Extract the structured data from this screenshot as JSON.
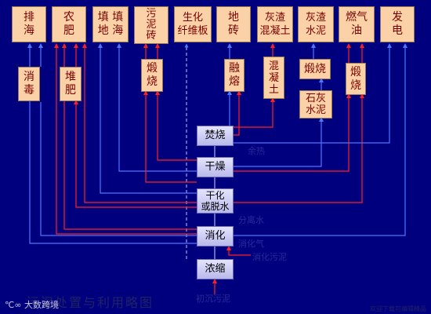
{
  "top_boxes": [
    {
      "id": "discharge",
      "label": "排\n海"
    },
    {
      "id": "fertilizer",
      "label": "农\n肥"
    },
    {
      "id": "landfill",
      "label": "填 填\n地 海"
    },
    {
      "id": "brick",
      "label": "污\n泥\n砖"
    },
    {
      "id": "fiberboard",
      "label": "生化\n纤维板"
    },
    {
      "id": "tile",
      "label": "地\n砖"
    },
    {
      "id": "ash-concrete",
      "label": "灰渣\n混凝土"
    },
    {
      "id": "ash-cement",
      "label": "灰渣\n水泥"
    },
    {
      "id": "fuel-oil",
      "label": "燃气\n油"
    },
    {
      "id": "power",
      "label": "发\n电"
    }
  ],
  "inter_boxes": [
    {
      "id": "disinfect",
      "label": "消\n毒"
    },
    {
      "id": "compost",
      "label": "堆\n肥"
    },
    {
      "id": "calcine-1",
      "label": "煅\n烧"
    },
    {
      "id": "melt",
      "label": "融\n熔"
    },
    {
      "id": "concrete",
      "label": "混\n凝\n土"
    },
    {
      "id": "calcine-2",
      "label": "煅烧"
    },
    {
      "id": "lime-cement",
      "label": "石灰\n水泥"
    },
    {
      "id": "calcine-3",
      "label": "煅\n烧"
    }
  ],
  "process_boxes": [
    {
      "id": "incinerate",
      "label": "焚烧"
    },
    {
      "id": "dry",
      "label": "干燥"
    },
    {
      "id": "dehydrate",
      "label": "干化\n或脱水"
    },
    {
      "id": "digest",
      "label": "消化"
    },
    {
      "id": "thicken",
      "label": "浓缩"
    }
  ],
  "side_labels": {
    "incinerate": "余热",
    "dehydrate": "分离水",
    "digest": "消化气",
    "thicken": "消化污泥",
    "bottom": "初沉污泥"
  },
  "footer": {
    "title": "污泥处置与利用略图",
    "logo": "大数跨境",
    "corner": "欢迎下载可编辑精品"
  },
  "colors": {
    "background": "#00007f",
    "box_fill": "#fbd2a8",
    "red_line": "#ff2020",
    "blue_line": "#4a78ff"
  }
}
